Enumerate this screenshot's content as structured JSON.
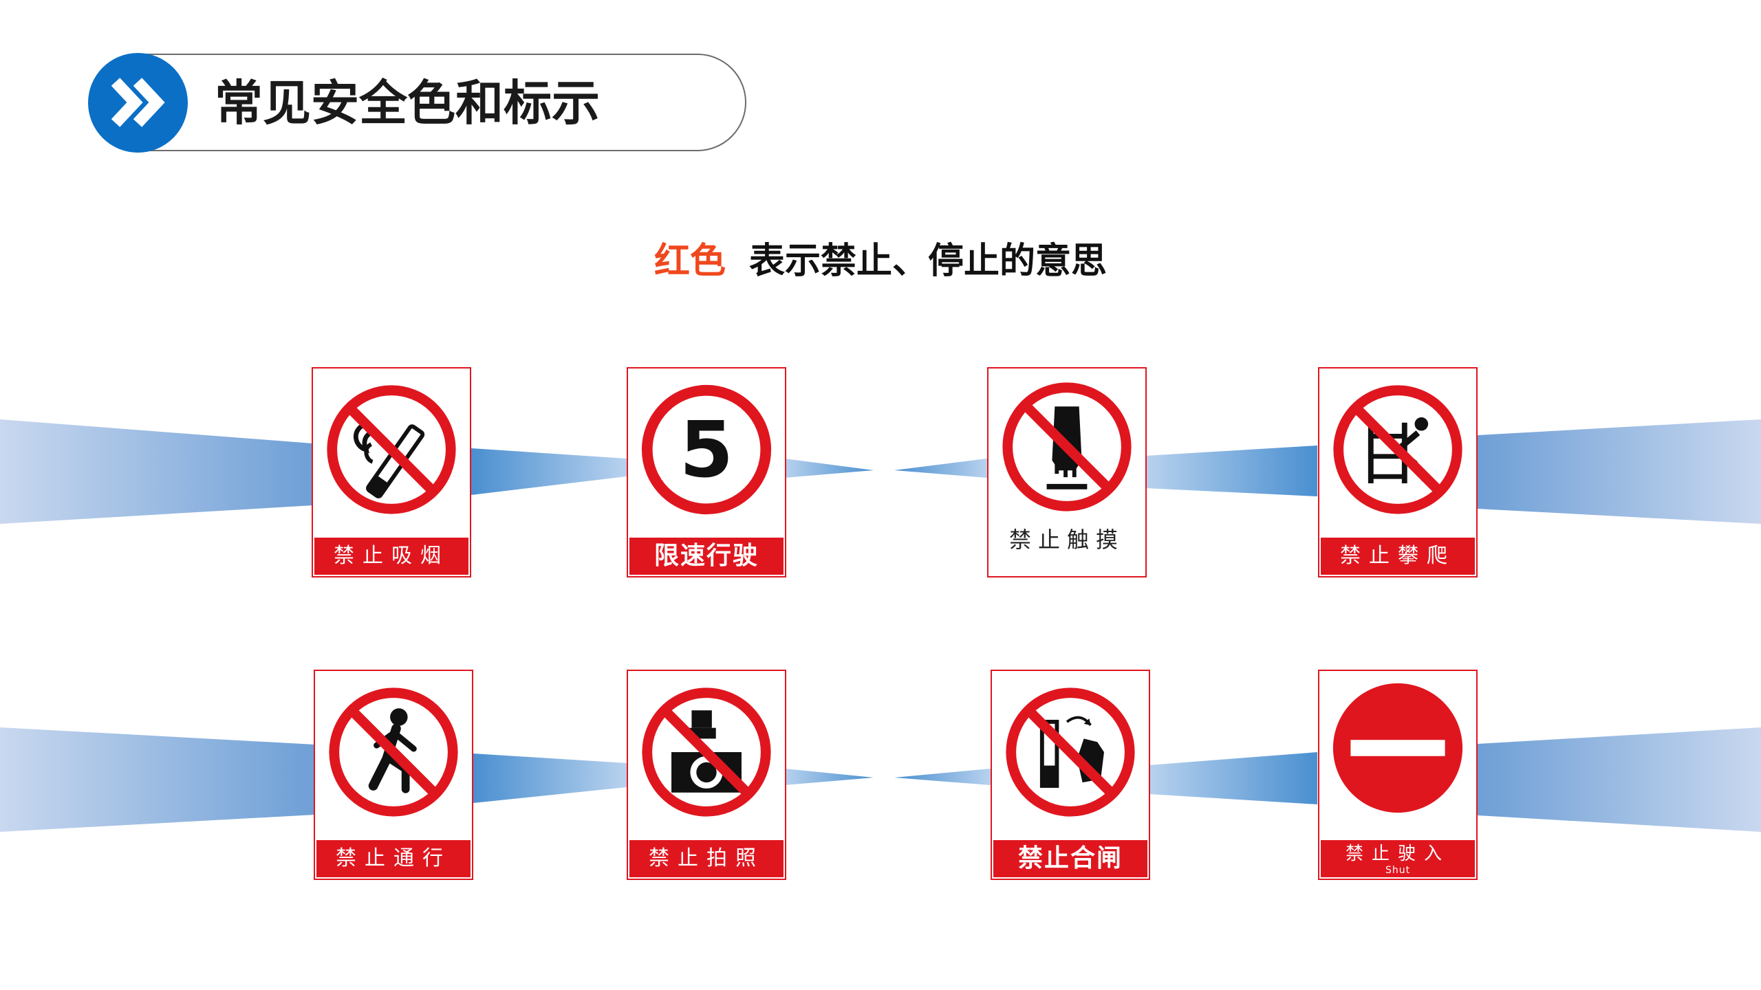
{
  "header": {
    "title": "常见安全色和标示",
    "accent_color": "#0b6fc6",
    "icon": "double-chevron-right-icon"
  },
  "subtitle": {
    "highlight": "红色",
    "text": "表示禁止、停止的意思",
    "highlight_color": "#f0481e"
  },
  "signs": [
    {
      "label": "禁止吸烟",
      "icon": "no-smoking-icon"
    },
    {
      "label": "限速行驶",
      "icon": "speed-limit-icon",
      "number": "5"
    },
    {
      "label": "禁止触摸",
      "icon": "no-touching-icon"
    },
    {
      "label": "禁止攀爬",
      "icon": "no-climbing-icon"
    },
    {
      "label": "禁止通行",
      "icon": "no-passing-icon"
    },
    {
      "label": "禁止拍照",
      "icon": "no-photography-icon"
    },
    {
      "label": "禁止合闸",
      "icon": "no-switching-on-icon"
    },
    {
      "label": "禁止驶入",
      "sublabel": "Shut",
      "icon": "no-entry-icon"
    }
  ],
  "colors": {
    "sign_red": "#e0161f",
    "ray_blue": "#5b9bd5"
  }
}
